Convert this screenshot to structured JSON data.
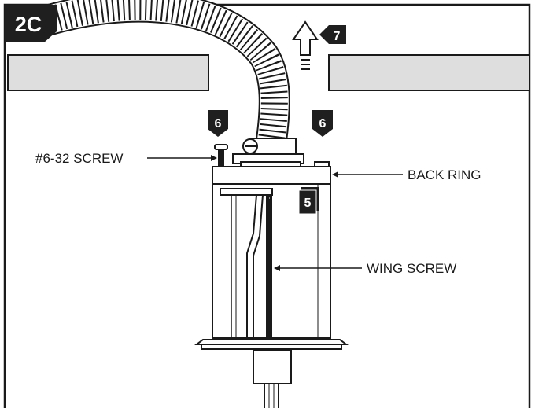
{
  "figure": {
    "step_label": "2C",
    "callouts": {
      "step_7": "7",
      "step_6_left": "6",
      "step_6_right": "6",
      "step_5": "5"
    },
    "labels": {
      "screw": "#6-32 SCREW",
      "back_ring": "BACK RING",
      "wing_screw": "WING SCREW"
    },
    "colors": {
      "line": "#1a1a1a",
      "ceiling_fill": "#dedede",
      "badge_fill": "#1f1f1f",
      "badge_text": "#ffffff",
      "background": "#ffffff"
    },
    "icons": [
      "up-arrow-icon"
    ]
  }
}
